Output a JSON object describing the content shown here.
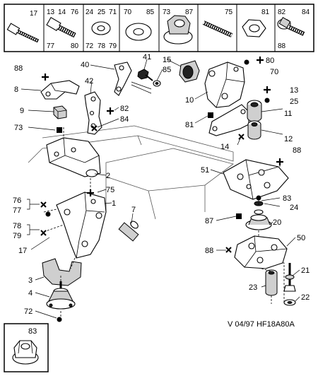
{
  "header_boxes": [
    {
      "top": [
        "17"
      ],
      "bottom": []
    },
    {
      "top": [
        "13",
        "14",
        "76"
      ],
      "bottom": [
        "77",
        "80"
      ]
    },
    {
      "top": [
        "24",
        "25",
        "71"
      ],
      "bottom": [
        "72",
        "78",
        "79"
      ]
    },
    {
      "top": [
        "70",
        "85"
      ],
      "bottom": []
    },
    {
      "top": [
        "73",
        "87"
      ],
      "bottom": []
    },
    {
      "top": [
        "75"
      ],
      "bottom": []
    },
    {
      "top": [
        "81"
      ],
      "bottom": []
    },
    {
      "top": [
        "82",
        "84"
      ],
      "bottom": [
        "88"
      ]
    }
  ],
  "callouts": {
    "c88a": "88",
    "c8": "8",
    "c9": "9",
    "c73": "73",
    "c2": "2",
    "c75": "75",
    "c76": "76",
    "c77": "77",
    "c78": "78",
    "c79": "79",
    "c17": "17",
    "c1": "1",
    "c7": "7",
    "c3": "3",
    "c4": "4",
    "c72": "72",
    "c40": "40",
    "c41": "41",
    "c85": "85",
    "c42": "42",
    "c82": "82",
    "c84": "84",
    "c15": "15",
    "c80": "80",
    "c70": "70",
    "c13": "13",
    "c25": "25",
    "c10": "10",
    "c11": "11",
    "c81": "81",
    "c12": "12",
    "c14": "14",
    "c88b": "88",
    "c51": "51",
    "c83": "83",
    "c24": "24",
    "c87": "87",
    "c20": "20",
    "c88c": "88",
    "c50": "50",
    "c21": "21",
    "c23": "23",
    "c22": "22"
  },
  "inset": {
    "label": "83"
  },
  "footer": {
    "ref": "V 04/97 HF18A80A"
  }
}
